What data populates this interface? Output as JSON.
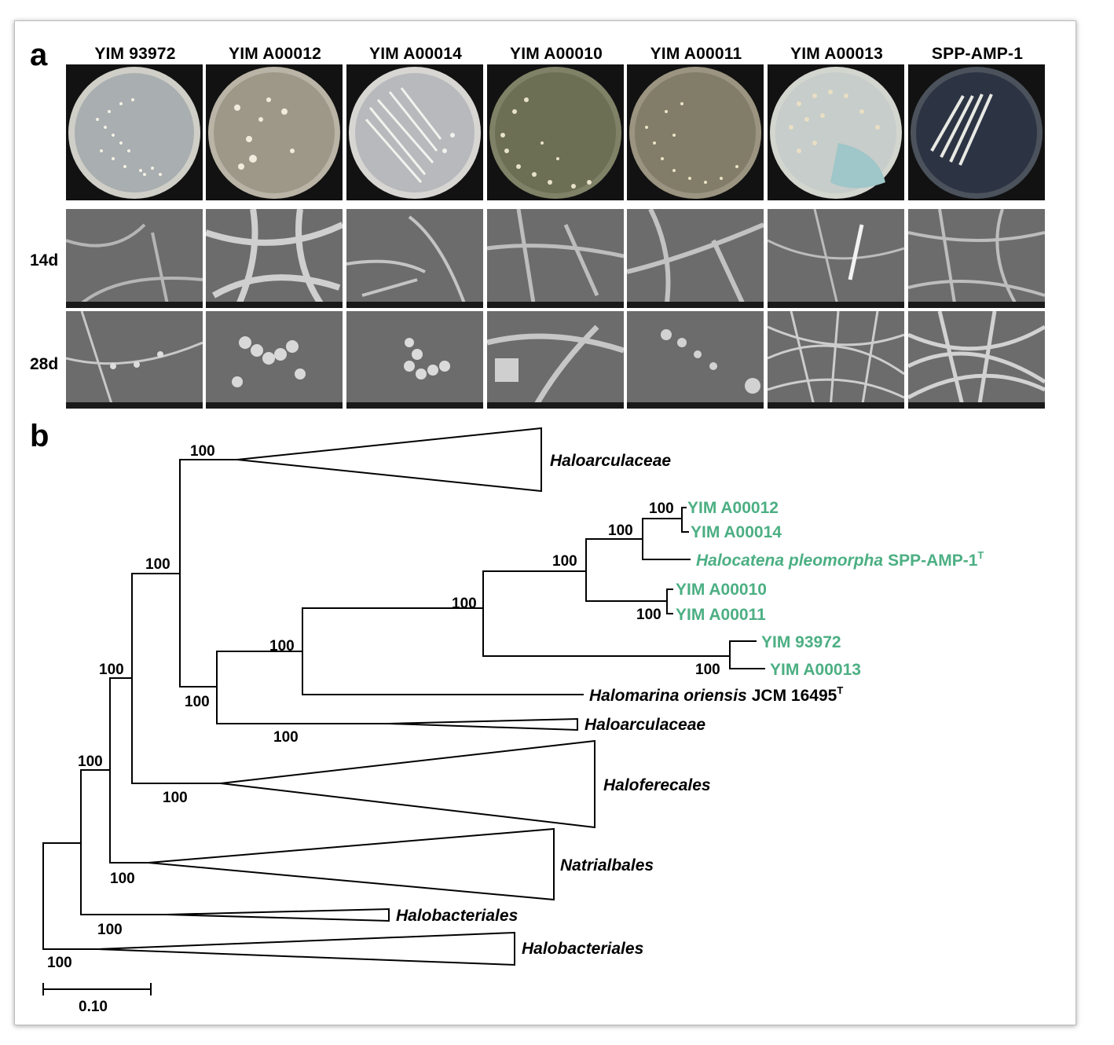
{
  "panels": {
    "a": "a",
    "b": "b"
  },
  "columns": [
    "YIM 93972",
    "YIM A00012",
    "YIM A00014",
    "YIM A00010",
    "YIM A00011",
    "YIM A00013",
    "SPP-AMP-1"
  ],
  "rows": {
    "day14": "14d",
    "day28": "28d"
  },
  "tree": {
    "bootstrap": "100",
    "clades": {
      "haloarculaceae_top": "Haloarculaceae",
      "haloarculaceae_mid": "Haloarculaceae",
      "haloferecales": "Haloferecales",
      "natrialbales": "Natrialbales",
      "halobacteriales_1": "Halobacteriales",
      "halobacteriales_2": "Halobacteriales"
    },
    "leaves": {
      "a00012": "YIM A00012",
      "a00014": "YIM A00014",
      "halocatena_genus": "Halocatena pleomorpha",
      "halocatena_strain": "SPP-AMP-1",
      "a00010": "YIM A00010",
      "a00011": "YIM A00011",
      "y93972": "YIM 93972",
      "a00013": "YIM A00013",
      "halomarina_genus": "Halomarina oriensis",
      "halomarina_strain": "JCM 16495"
    },
    "type_strain_mark": "T",
    "scale_label": "0.10",
    "highlight_color": "#4caf83"
  }
}
